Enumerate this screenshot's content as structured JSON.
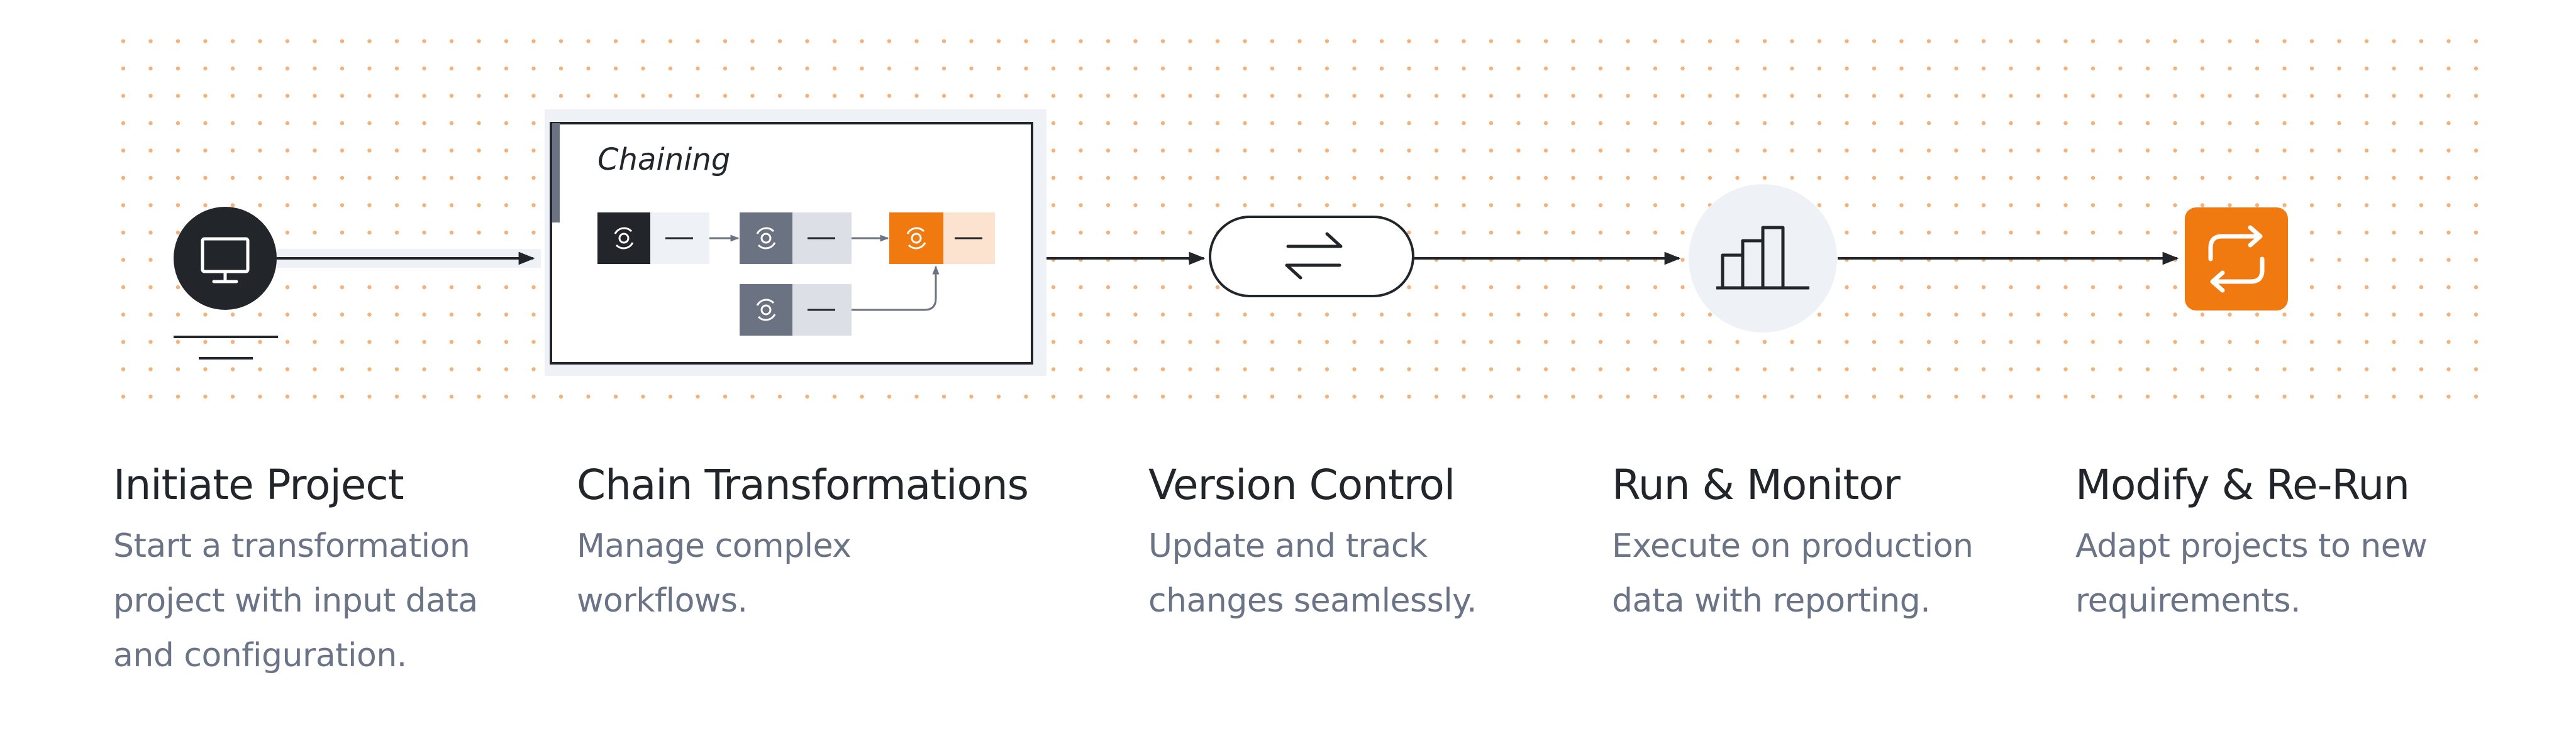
{
  "colors": {
    "accent": "#F07A10",
    "dot": "#F4B27A",
    "dark": "#22252A",
    "slate": "#6B7282",
    "light_slate": "#DCE0E6",
    "peach": "#FCE3CF",
    "circle_bg": "#EEF1F5",
    "title": "#22252A",
    "desc": "#6A7486"
  },
  "chaining_box": {
    "label": "Chaining"
  },
  "steps": [
    {
      "title": "Initiate Project",
      "desc": [
        "Start a transformation",
        "project with input data",
        "and configuration."
      ],
      "icon": "monitor-icon"
    },
    {
      "title": "Chain Transformations",
      "desc": [
        "Manage complex workflows."
      ],
      "icon": "chaining-panel"
    },
    {
      "title": "Version Control",
      "desc": [
        "Update and track",
        "changes seamlessly."
      ],
      "icon": "swap-arrows-icon"
    },
    {
      "title": "Run & Monitor",
      "desc": [
        "Execute on production",
        "data with reporting."
      ],
      "icon": "bar-chart-icon"
    },
    {
      "title": "Modify & Re-Run",
      "desc": [
        "Adapt projects to new",
        "requirements."
      ],
      "icon": "repeat-icon"
    }
  ]
}
